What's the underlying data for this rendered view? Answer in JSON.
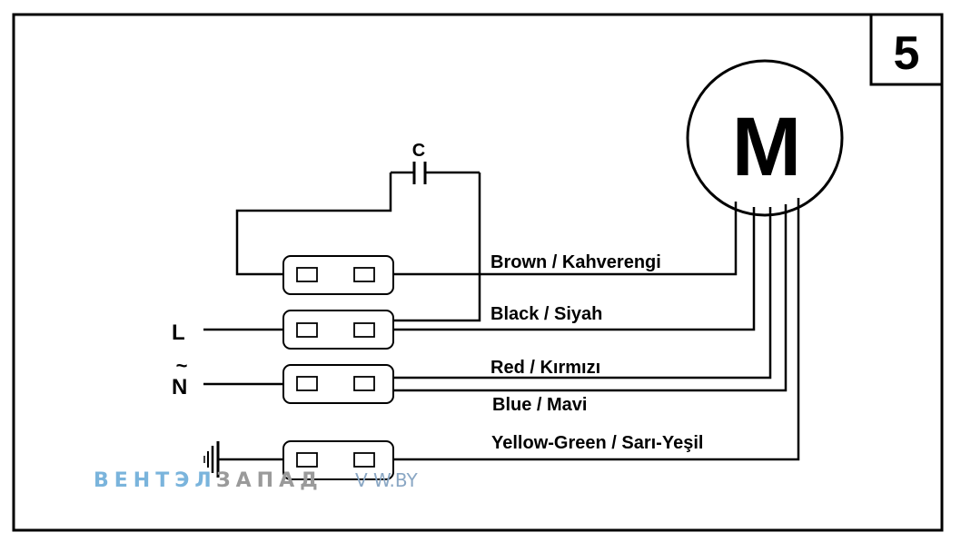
{
  "diagram": {
    "figure_number": "5",
    "motor_label": "M",
    "capacitor_label": "C",
    "supply": {
      "line_label": "L",
      "neutral_label": "N",
      "neutral_mark": "~"
    },
    "wires": [
      {
        "id": "brown",
        "label": "Brown / Kahverengi"
      },
      {
        "id": "black",
        "label": "Black / Siyah"
      },
      {
        "id": "red",
        "label": "Red / Kırmızı"
      },
      {
        "id": "blue",
        "label": "Blue / Mavi"
      },
      {
        "id": "yellow-green",
        "label": "Yellow-Green / Sarı-Yeşil"
      }
    ],
    "watermark": {
      "part1": "ВЕНТЭЛ",
      "part2": "ЗАПАД",
      "part3": "V W.BY"
    },
    "colors": {
      "line": "#000000",
      "background": "#ffffff",
      "watermark_blue": "#7ab4dc",
      "watermark_gray": "#9a9a9a"
    }
  }
}
